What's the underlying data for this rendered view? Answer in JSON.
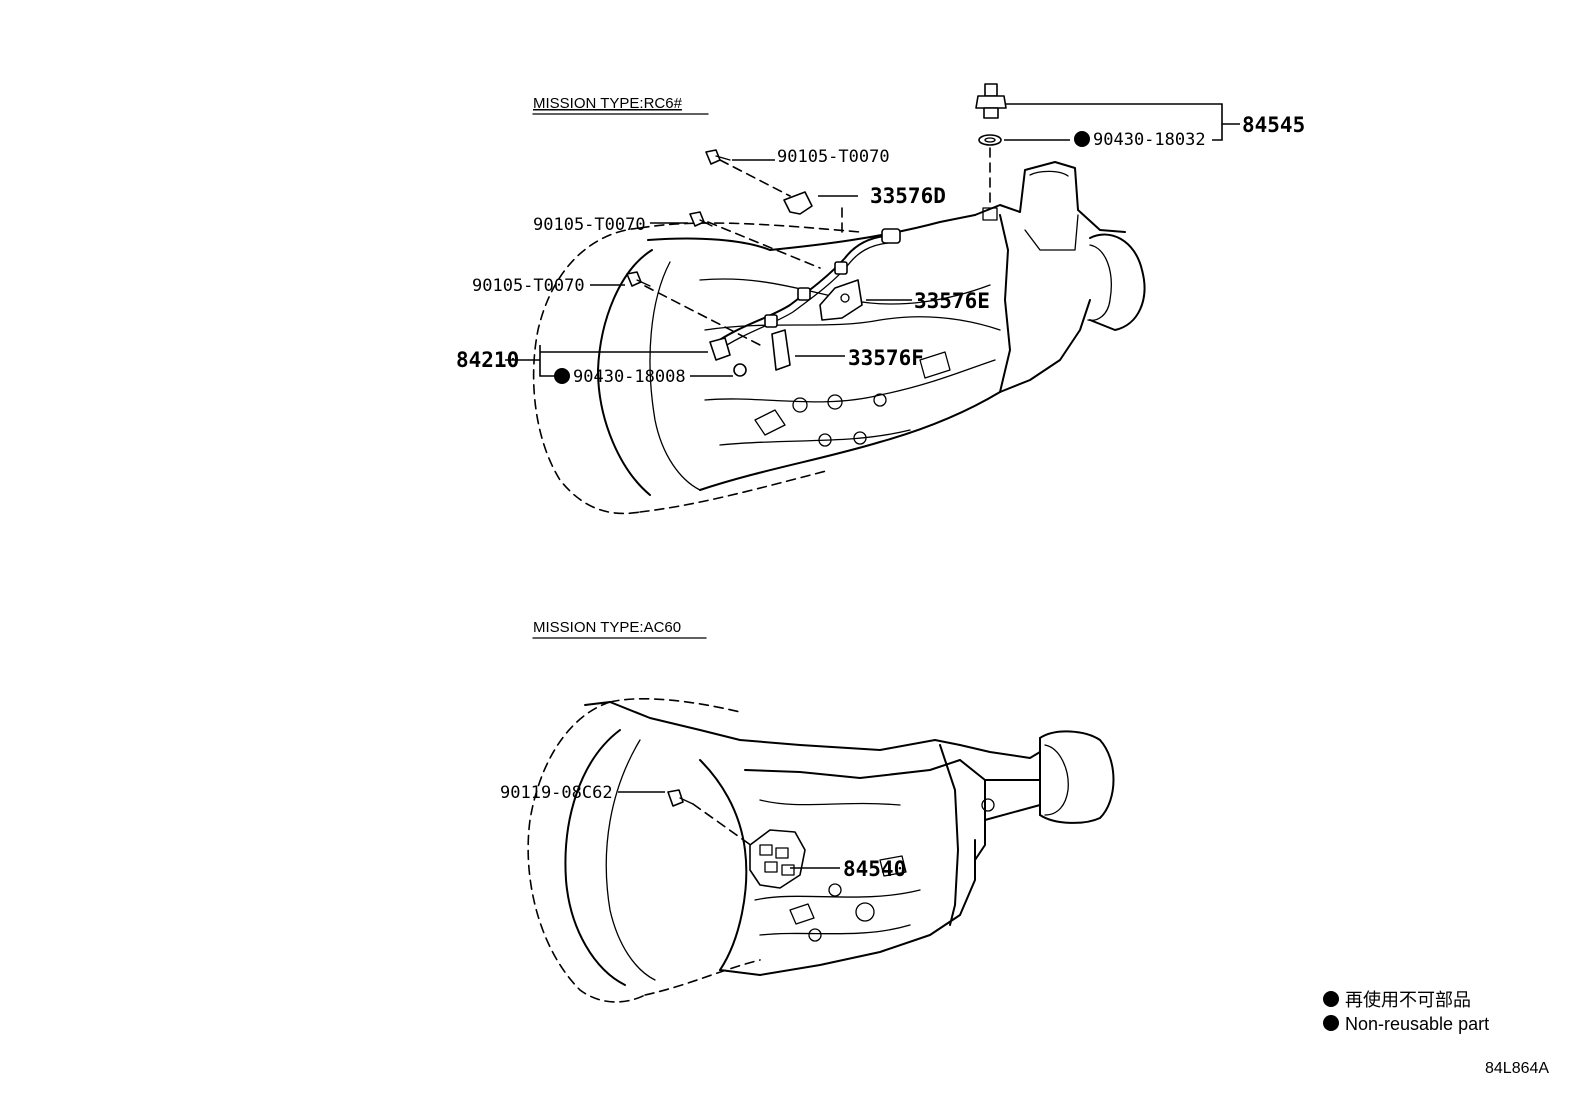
{
  "sections": {
    "rc6": {
      "title": "MISSION TYPE:RC6#"
    },
    "ac60": {
      "title": "MISSION TYPE:AC60"
    }
  },
  "parts": {
    "p84545": "84545",
    "p90430_18032": "90430-18032",
    "p90105_a": "90105-T0070",
    "p33576D": "33576D",
    "p90105_b": "90105-T0070",
    "p90105_c": "90105-T0070",
    "p33576E": "33576E",
    "p84210": "84210",
    "p33576F": "33576F",
    "p90430_18008": "90430-18008",
    "p90119_08C62": "90119-08C62",
    "p84540": "84540"
  },
  "legend": {
    "japanese": "再使用不可部品",
    "english": "Non-reusable part"
  },
  "diagram_code": "84L864A"
}
